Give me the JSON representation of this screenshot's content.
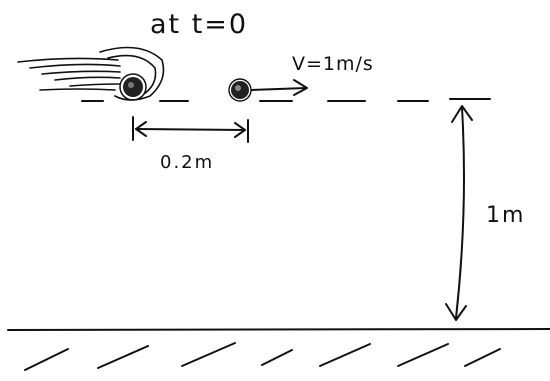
{
  "time_label": "at t=0",
  "velocity_label": "V=1m/s",
  "separation_label": "0.2m",
  "height_label": "1m",
  "ink_color": "#111111"
}
